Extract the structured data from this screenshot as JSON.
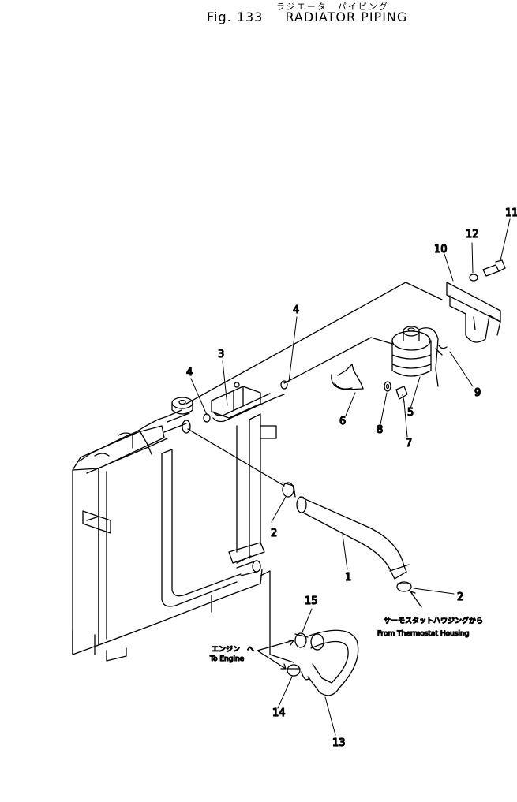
{
  "title": {
    "jp": "ラジエータ　パイピング",
    "fig": "Fig. 133",
    "en": "RADIATOR PIPING"
  },
  "labels": {
    "p1": "1",
    "p2a": "2",
    "p2b": "2",
    "p3": "3",
    "p4a": "4",
    "p4b": "4",
    "p5": "5",
    "p6": "6",
    "p7": "7",
    "p8": "8",
    "p9": "9",
    "p10": "10",
    "p11": "11",
    "p12": "12",
    "p13": "13",
    "p14": "14",
    "p15": "15"
  },
  "notes": {
    "thermostat_jp": "サーモスタットハウジングから",
    "thermostat_en": "From Thermostat Housing",
    "engine_jp": "エンジン　へ",
    "engine_en": "To Engine"
  }
}
